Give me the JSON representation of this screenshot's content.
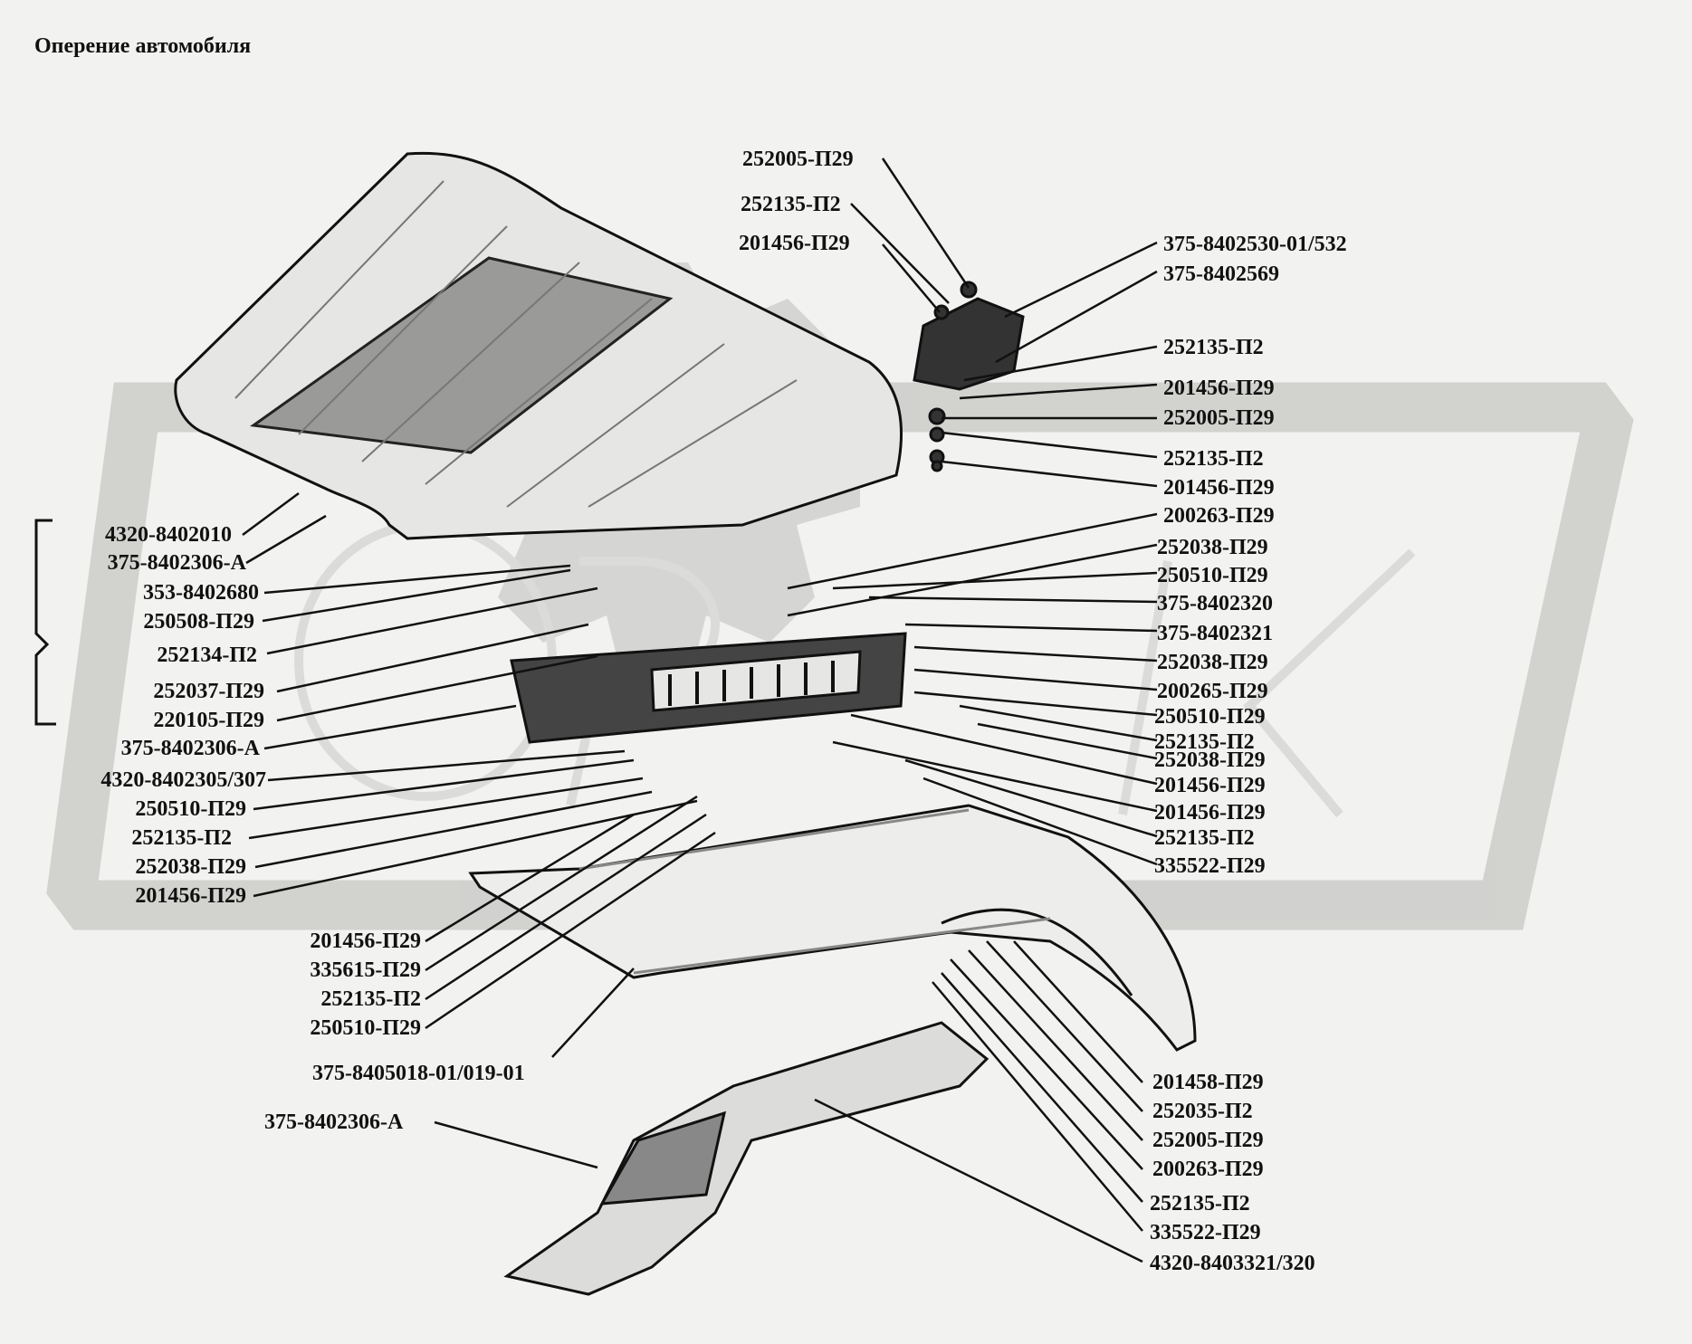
{
  "title": "Оперение автомобиля",
  "colors": {
    "background": "#f2f2f0",
    "ink": "#111111",
    "watermark": "#c8c8c8"
  },
  "callouts": {
    "top": [
      "252005-П29",
      "252135-П2",
      "201456-П29"
    ],
    "left": [
      "4320-8402010",
      "375-8402306-А",
      "353-8402680",
      "250508-П29",
      "252134-П2",
      "252037-П29",
      "220105-П29",
      "375-8402306-А",
      "4320-8402305/307",
      "250510-П29",
      "252135-П2",
      "252038-П29",
      "201456-П29"
    ],
    "lower_left": [
      "201456-П29",
      "335615-П29",
      "252135-П2",
      "250510-П29"
    ],
    "bottom": [
      "375-8405018-01/019-01",
      "375-8402306-А"
    ],
    "right": [
      "375-8402530-01/532",
      "375-8402569",
      "252135-П2",
      "201456-П29",
      "252005-П29",
      "252135-П2",
      "201456-П29",
      "200263-П29",
      "252038-П29",
      "250510-П29",
      "375-8402320",
      "375-8402321",
      "252038-П29",
      "200265-П29",
      "250510-П29",
      "252135-П2",
      "252038-П29",
      "201456-П29",
      "201456-П29",
      "252135-П2",
      "335522-П29"
    ],
    "lower_right": [
      "201458-П29",
      "252035-П2",
      "252005-П29",
      "200263-П29",
      "252135-П2",
      "335522-П29",
      "4320-8403321/320"
    ]
  }
}
